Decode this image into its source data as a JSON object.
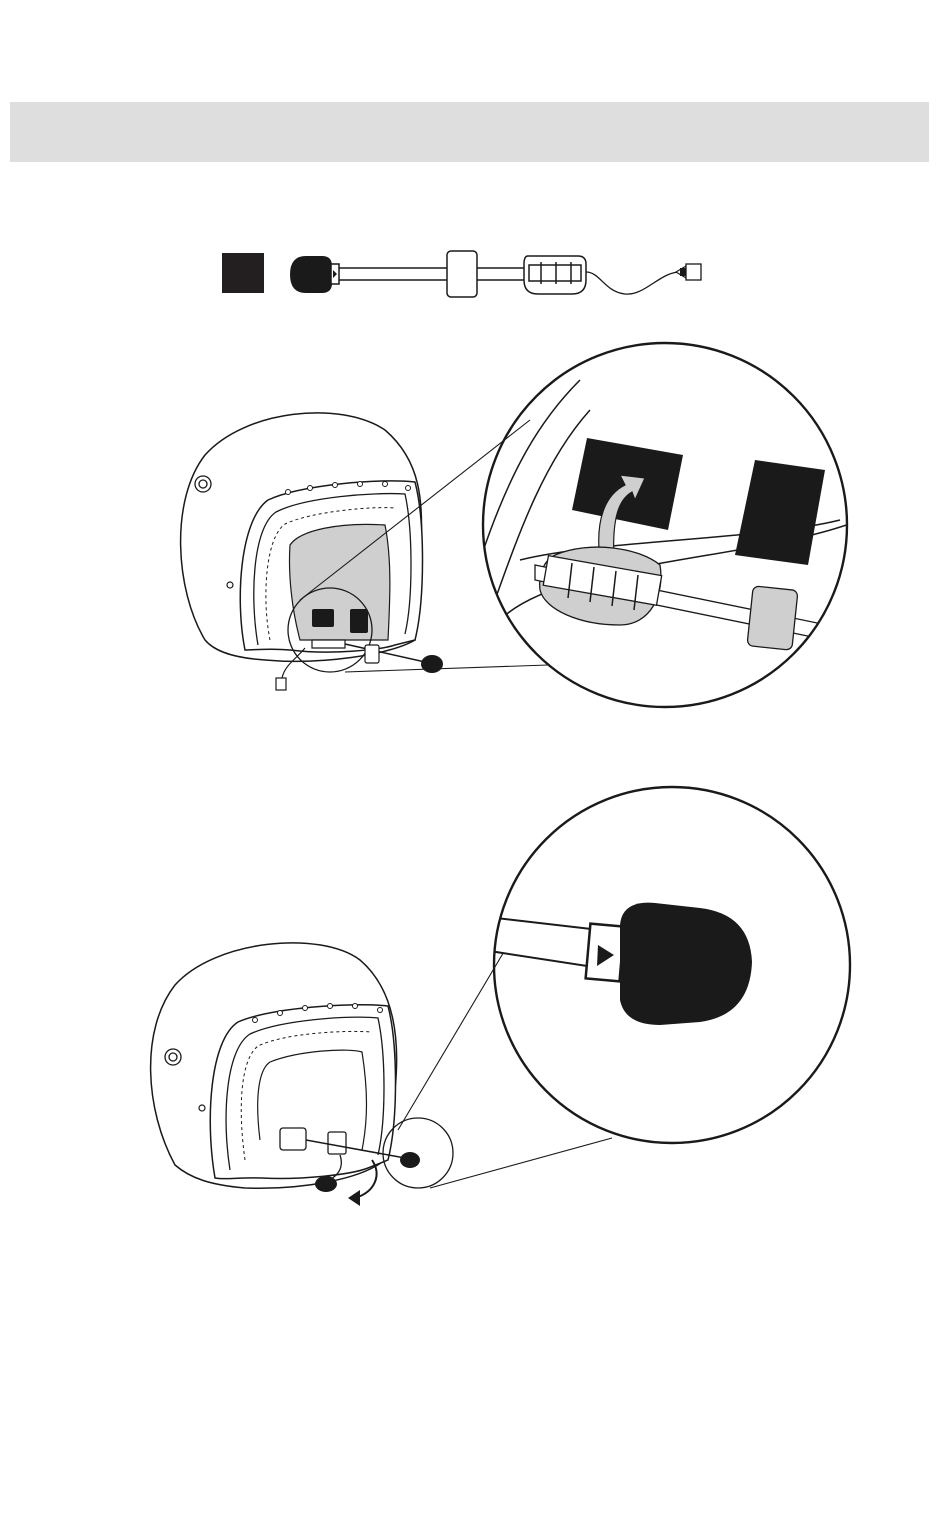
{
  "page": {
    "header_band_color": "#dedede",
    "ink_color": "#1a1a1a",
    "pad_gray": "#cfcfcf"
  },
  "figures": [
    {
      "id": "parts",
      "icon": "boom-microphone-kit-icon"
    },
    {
      "id": "step-1",
      "icon": "helmet-attach-boom-mic-icon"
    },
    {
      "id": "step-2",
      "icon": "helmet-position-mic-icon"
    }
  ]
}
